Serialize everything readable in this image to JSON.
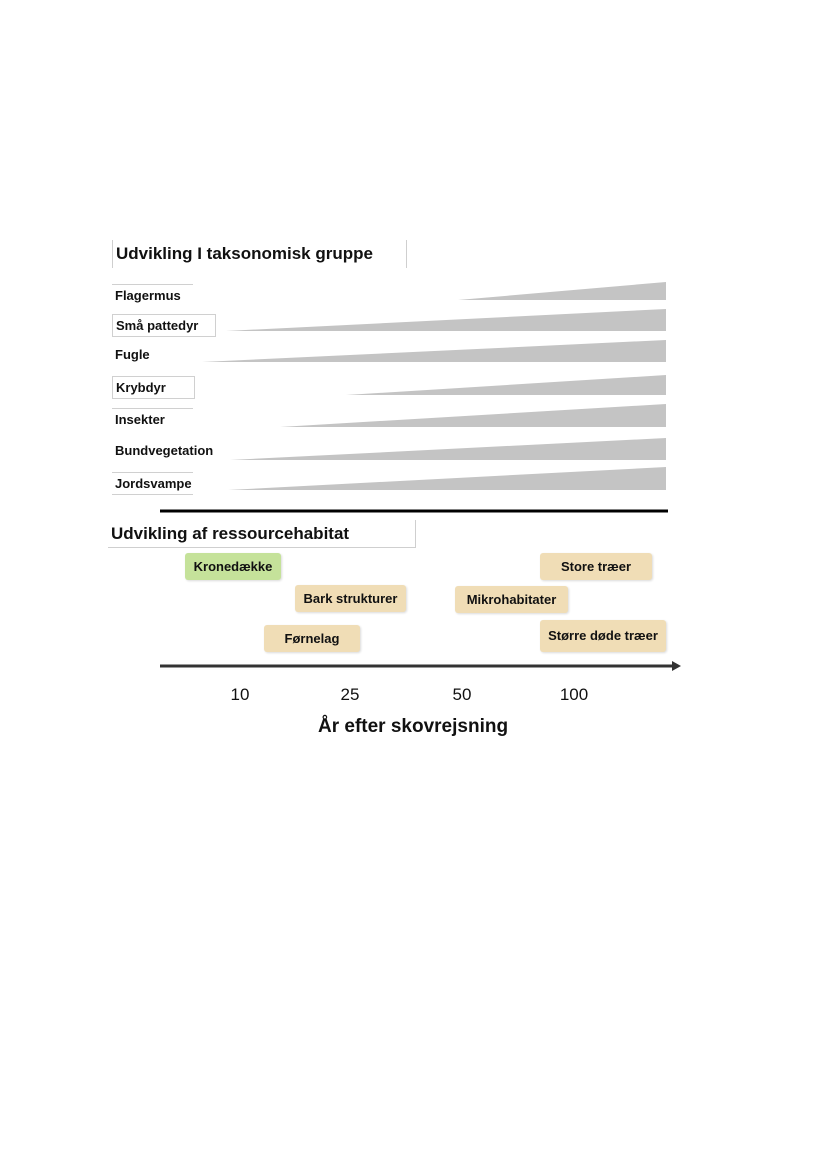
{
  "colors": {
    "wedge": "#c4c4c4",
    "green_box": "#c5e29a",
    "tan_box": "#f0ddb6",
    "axis": "#333333",
    "divider": "#000000"
  },
  "taxonomic_section": {
    "title": "Udvikling I taksonomisk gruppe",
    "groups": [
      {
        "label": "Flagermus"
      },
      {
        "label": "Små pattedyr"
      },
      {
        "label": "Fugle"
      },
      {
        "label": "Krybdyr"
      },
      {
        "label": "Insekter"
      },
      {
        "label": "Bundvegetation"
      },
      {
        "label": "Jordsvampe"
      }
    ]
  },
  "habitat_section": {
    "title": "Udvikling af ressourcehabitat",
    "items": [
      {
        "label": "Kronedække",
        "color": "green"
      },
      {
        "label": "Bark strukturer",
        "color": "tan"
      },
      {
        "label": "Førnelag",
        "color": "tan"
      },
      {
        "label": "Mikrohabitater",
        "color": "tan"
      },
      {
        "label": "Store træer",
        "color": "tan"
      },
      {
        "label": "Større døde træer",
        "color": "tan"
      }
    ]
  },
  "axis": {
    "ticks": [
      "10",
      "25",
      "50",
      "100"
    ],
    "title": "År efter skovrejsning"
  }
}
